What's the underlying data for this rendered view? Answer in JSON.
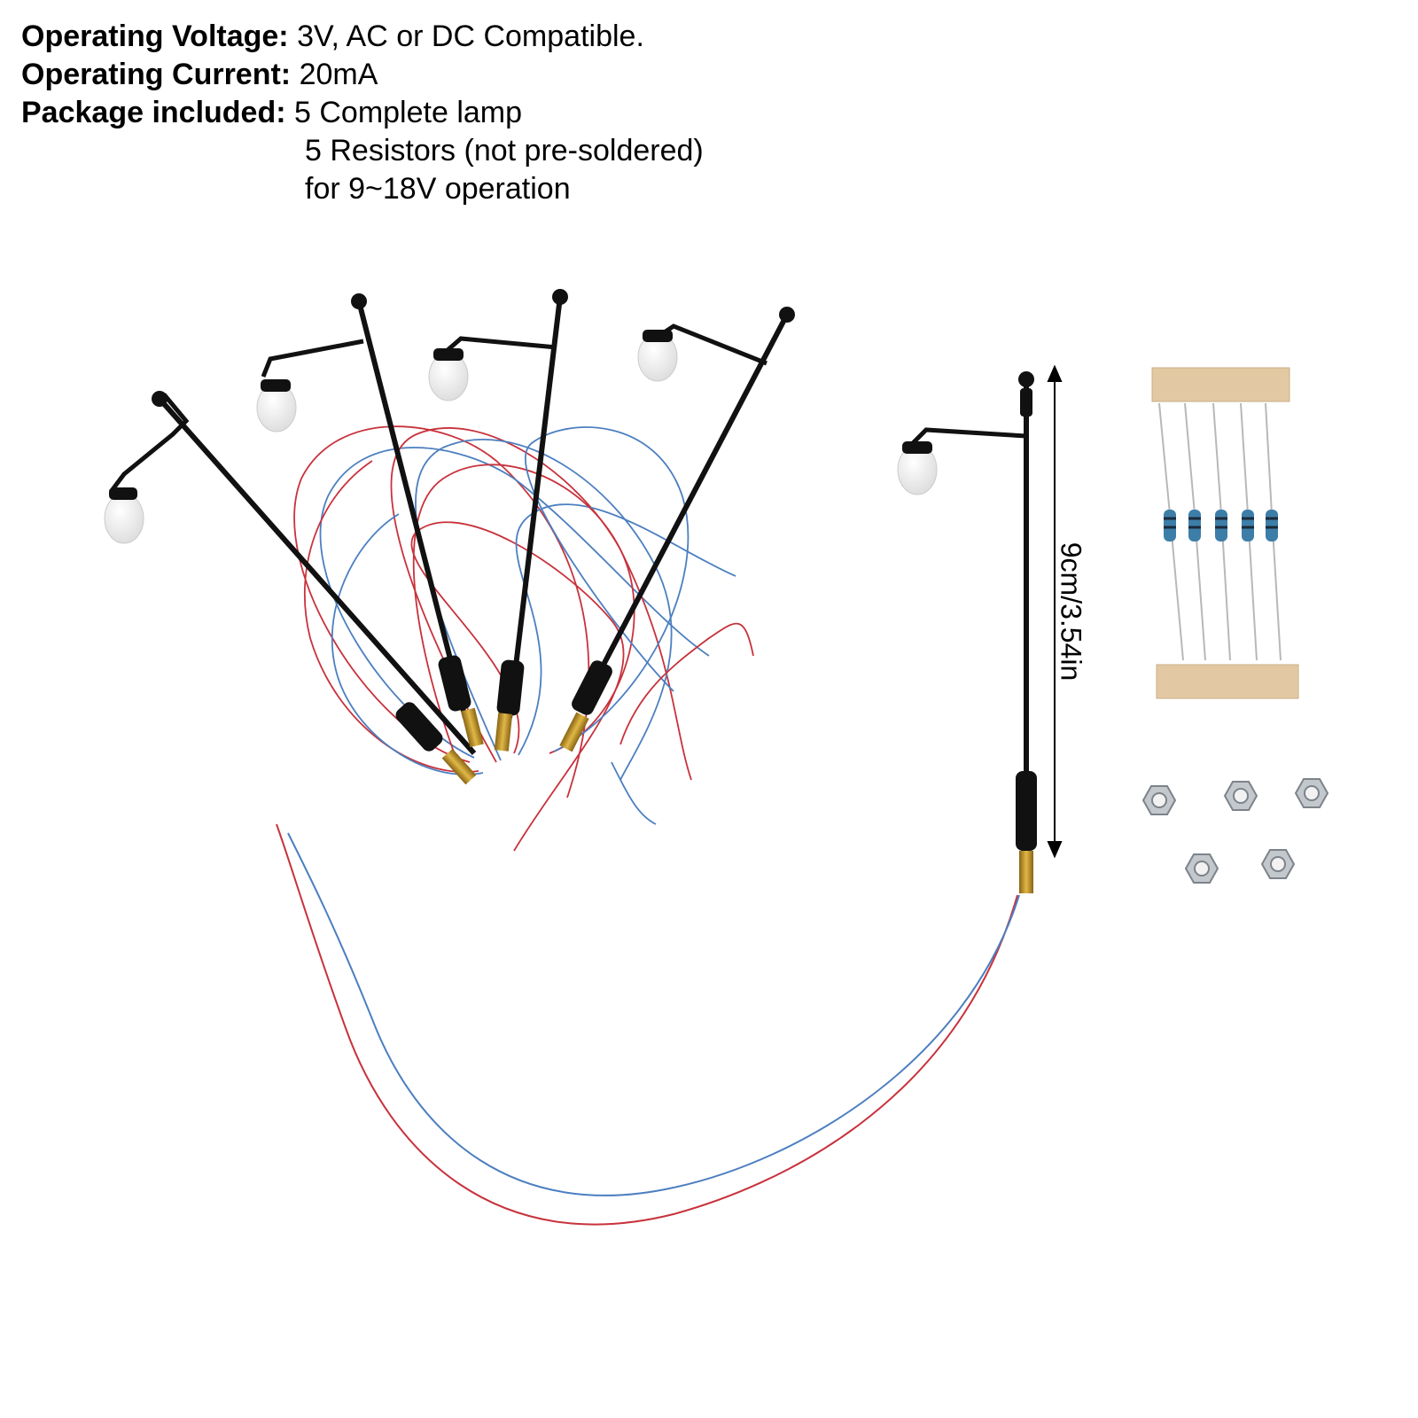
{
  "specs": {
    "voltage_label": "Operating Voltage:",
    "voltage_value": "3V, AC or DC Compatible.",
    "current_label": "Operating Current:",
    "current_value": "20mA",
    "package_label": "Package included:",
    "package_line1": "5 Complete lamp",
    "package_line2": "5 Resistors (not pre-soldered)",
    "package_line3": "for 9~18V operation"
  },
  "dimension": {
    "label": "9cm/3.54in"
  },
  "colors": {
    "lamp_pole": "#111111",
    "lamp_globe": "#f4f4f4",
    "wire_red": "#c8323c",
    "wire_blue": "#4c7fc0",
    "thread_brass": "#c89a2a",
    "resistor_tape": "#e2c9a3",
    "resistor_body": "#3d7ea8",
    "nut": "#b9bec4"
  }
}
